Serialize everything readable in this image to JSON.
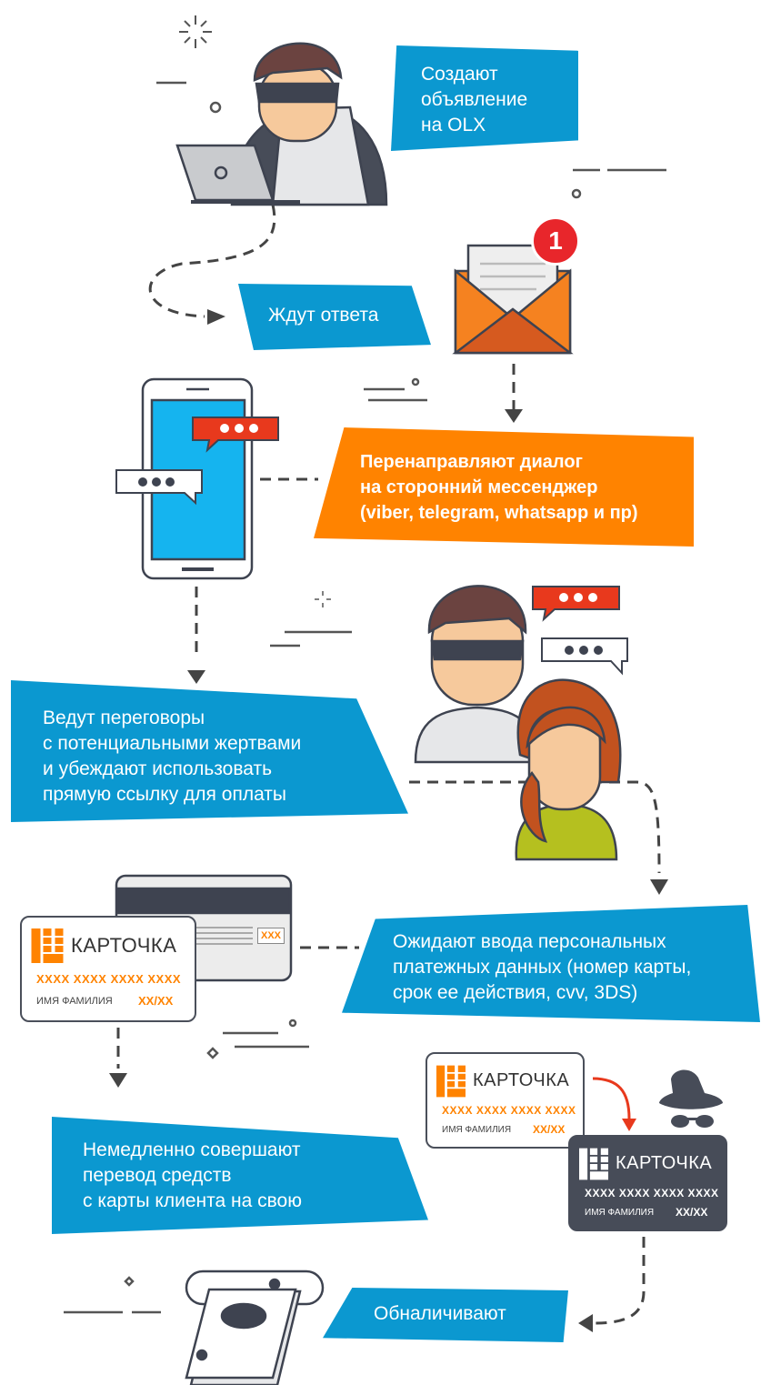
{
  "steps": [
    {
      "lines": [
        "Создают",
        "объявление",
        "на OLX"
      ]
    },
    {
      "lines": [
        "Ждут ответа"
      ]
    },
    {
      "lines": [
        "Перенаправляют диалог",
        "на сторонний мессенджер",
        "(viber, telegram, whatsapp и пр)"
      ]
    },
    {
      "lines": [
        "Ведут переговоры",
        "с потенциальными жертвами",
        "и убеждают использовать",
        "прямую ссылку для оплаты"
      ]
    },
    {
      "lines": [
        "Ожидают ввода персональных",
        "платежных данных (номер карты,",
        "срок ее действия, cvv, 3DS)"
      ]
    },
    {
      "lines": [
        "Немедленно совершают",
        "перевод средств",
        "с карты клиента на свою"
      ]
    },
    {
      "lines": [
        "Обналичивают"
      ]
    }
  ],
  "notification_count": "1",
  "card": {
    "brand": "КАРТОЧКА",
    "number": "XXXX XXXX  XXXX XXXX",
    "holder": "ИМЯ ФАМИЛИЯ",
    "expiry": "XX/XX",
    "cvv": "XXX"
  },
  "colors": {
    "blue": "#0b98d0",
    "orange": "#ff8300",
    "dark": "#474c58",
    "red": "#e8262b"
  }
}
